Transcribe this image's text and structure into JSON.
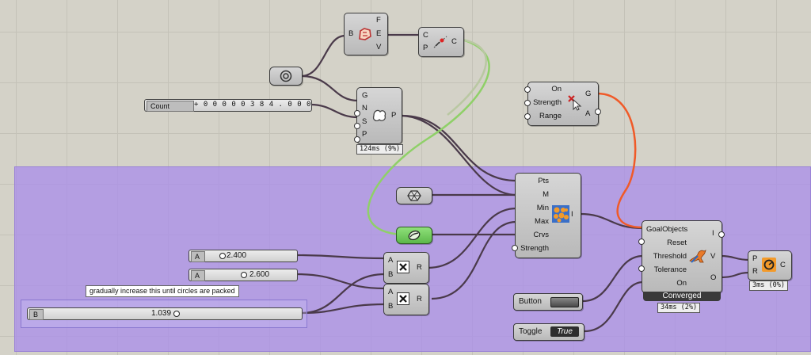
{
  "canvas": {
    "group_color": "#aa8ceb",
    "wire_green": "#8fd068",
    "wire_red": "#f05a28"
  },
  "nodes": {
    "circle_param": {
      "icon": "circle-param-icon"
    },
    "boundary": {
      "inputs": [
        "B"
      ],
      "outputs": [
        "F",
        "E",
        "V"
      ],
      "icon": "boundary-surface-icon"
    },
    "curve_cp": {
      "inputs": [
        "C",
        "P"
      ],
      "output": "C",
      "icon": "curve-point-icon"
    },
    "populate": {
      "inputs": [
        "G",
        "N",
        "S",
        "P"
      ],
      "output": "P",
      "icon": "populate-geometry-icon",
      "timing": "124ms (9%)"
    },
    "count_slider": {
      "label": "Count",
      "digits": "+ 0 0 0 0 0 3 8 4 . 0 0 0"
    },
    "anchor": {
      "inputs": [
        "On",
        "Strength",
        "Range"
      ],
      "outputs": [
        "G",
        "A"
      ],
      "icon": "anchor-goal-icon"
    },
    "solid_param": {
      "icon": "solid-param-icon"
    },
    "curve_param": {
      "icon": "curve-param-icon"
    },
    "sphere_collide": {
      "inputs": [
        "Pts",
        "M",
        "Min",
        "Max",
        "Crvs",
        "Strength"
      ],
      "output": "I",
      "icon": "sphere-collide-icon"
    },
    "solver": {
      "inputs": [
        "GoalObjects",
        "Reset",
        "Threshold",
        "Tolerance",
        "On"
      ],
      "outputs": [
        "I",
        "V",
        "O"
      ],
      "status": "Converged",
      "timing": "34ms (2%)",
      "icon": "kangaroo-icon"
    },
    "pr_c": {
      "inputs": [
        "P",
        "R"
      ],
      "output": "C",
      "icon": "circle-output-icon",
      "timing": "3ms (0%)"
    },
    "slider_a1": {
      "label": "A",
      "value": "2.400"
    },
    "slider_a2": {
      "label": "A",
      "value": "2.600"
    },
    "slider_b": {
      "label": "B",
      "value": "1.039"
    },
    "tooltip": "gradually increase this until circles are packed",
    "mult1": {
      "inputs": [
        "A",
        "B"
      ],
      "output": "R",
      "icon": "multiply-icon"
    },
    "mult2": {
      "inputs": [
        "A",
        "B"
      ],
      "output": "R",
      "icon": "multiply-icon"
    },
    "button": {
      "label": "Button"
    },
    "toggle": {
      "label": "Toggle",
      "value": "True"
    }
  }
}
